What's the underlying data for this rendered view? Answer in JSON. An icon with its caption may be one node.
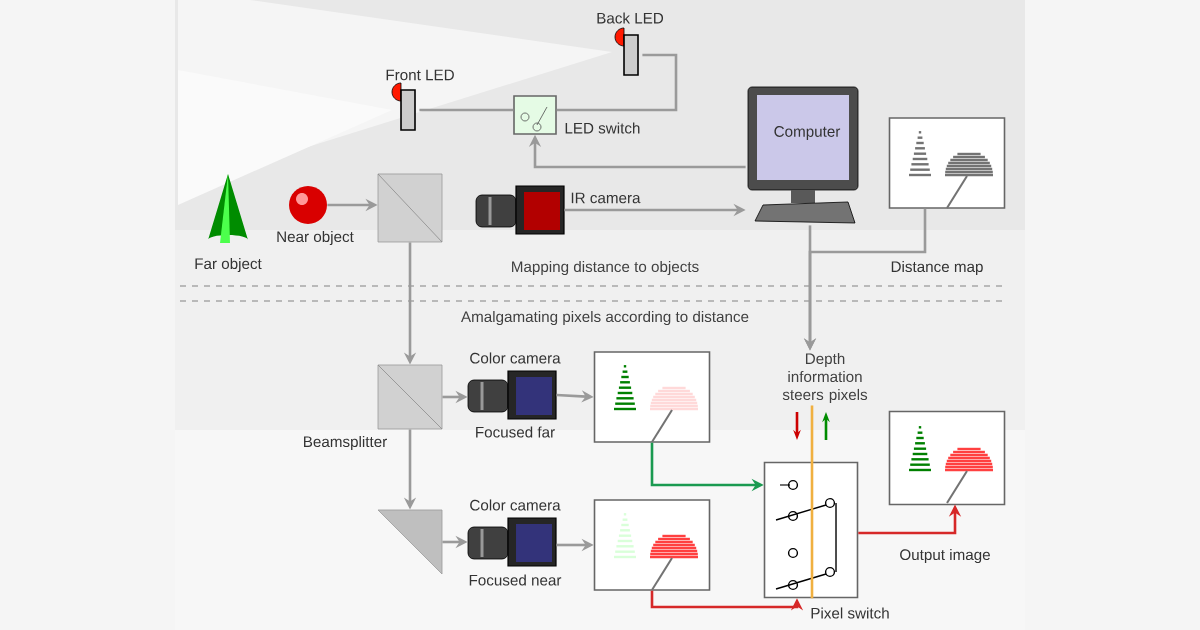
{
  "diagram": {
    "nodes": [
      {
        "text": [
          "Front LED"
        ]
      },
      {
        "text": [
          "Back LED"
        ]
      },
      {
        "text": [
          "LED switch"
        ]
      },
      {
        "text": [
          "Far object"
        ]
      },
      {
        "text": [
          "Near object"
        ]
      },
      {
        "text": [],
        "shape": "box"
      },
      {
        "text": [
          "IR camera"
        ]
      },
      {
        "text": [
          "Computer"
        ]
      },
      {
        "text": [
          "Distance map"
        ]
      },
      {
        "text": [
          "Beamsplitter"
        ]
      },
      {
        "text": [],
        "shape": "picture"
      },
      {
        "text": [
          "Color camera",
          "Focused far"
        ]
      },
      {
        "text": [
          "Color camera",
          "Focused near"
        ]
      },
      {
        "text": [],
        "shape": "picture"
      },
      {
        "text": [],
        "shape": "picture"
      },
      {
        "text": [
          "Depth information steers pixels"
        ]
      },
      {
        "text": [
          "Pixel switch"
        ]
      },
      {
        "text": [
          "Output image"
        ]
      }
    ],
    "edges": [
      {
        "from": 0,
        "to": 2,
        "arrow": "none"
      },
      {
        "from": 2,
        "to": 1,
        "arrow": "none"
      },
      {
        "from": 7,
        "to": 2,
        "arrow": "to"
      },
      {
        "from": 6,
        "to": 7,
        "arrow": "to"
      },
      {
        "from": 4,
        "to": 5,
        "arrow": "to"
      },
      {
        "from": 5,
        "to": 9,
        "arrow": "to"
      },
      {
        "from": 9,
        "to": 10,
        "arrow": "to"
      },
      {
        "from": 9,
        "to": 11,
        "arrow": "to"
      },
      {
        "from": 10,
        "to": 12,
        "arrow": "to"
      },
      {
        "from": 11,
        "to": 13,
        "arrow": "to"
      },
      {
        "from": 12,
        "to": 14,
        "arrow": "to"
      },
      {
        "from": 7,
        "to": 15,
        "arrow": "to"
      },
      {
        "from": 8,
        "to": 15,
        "arrow": "to"
      },
      {
        "from": 13,
        "to": 16,
        "arrow": "to",
        "color": "#1a9a50"
      },
      {
        "from": 14,
        "to": 16,
        "arrow": "to",
        "color": "#d62828"
      },
      {
        "from": 16,
        "to": 17,
        "arrow": "to",
        "color": "#d62828"
      },
      {
        "from": 15,
        "to": 16,
        "arrow": "none",
        "color": "#f0b040"
      }
    ],
    "labels": [
      "Mapping distance to objects",
      "Amalgamating pixels according to distance"
    ]
  }
}
